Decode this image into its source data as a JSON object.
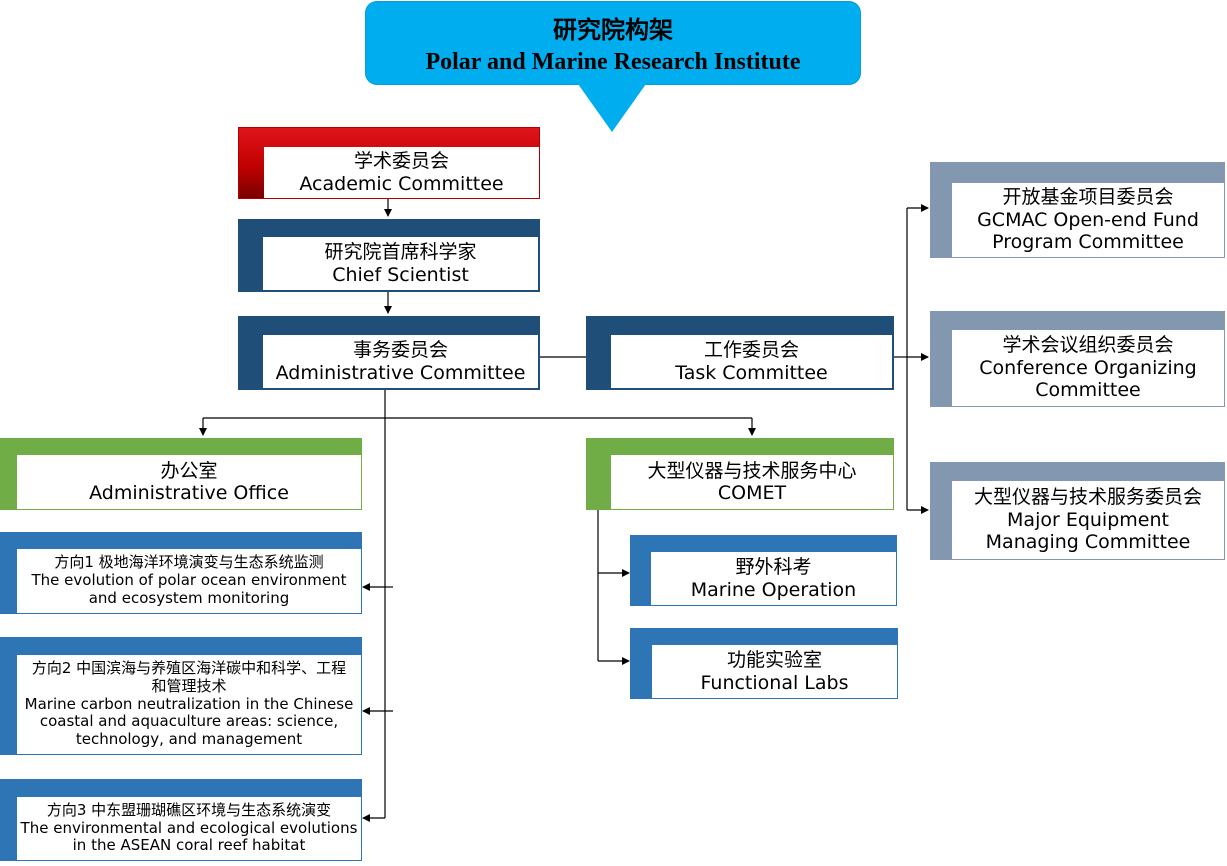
{
  "title": {
    "zh": "研究院构架",
    "en": "Polar and Marine Research Institute"
  },
  "boxes": {
    "academic": {
      "zh": "学术委员会",
      "en": "Academic Committee"
    },
    "chief": {
      "zh": "研究院首席科学家",
      "en": "Chief Scientist"
    },
    "admin_committee": {
      "zh": "事务委员会",
      "en": "Administrative Committee"
    },
    "task": {
      "zh": "工作委员会",
      "en": "Task Committee"
    },
    "office": {
      "zh": "办公室",
      "en": "Administrative Office"
    },
    "comet": {
      "zh": "大型仪器与技术服务中心",
      "en": "COMET"
    },
    "dir1": {
      "zh": "方向1 极地海洋环境演变与生态系统监测",
      "en1": "The evolution of polar ocean environment",
      "en2": "and ecosystem monitoring"
    },
    "dir2": {
      "zh1": "方向2 中国滨海与养殖区海洋碳中和科学、工程",
      "zh2": "和管理技术",
      "en1": "Marine carbon neutralization in the Chinese",
      "en2": "coastal and aquaculture areas: science,",
      "en3": "technology, and management"
    },
    "dir3": {
      "zh": "方向3 中东盟珊瑚礁区环境与生态系统演变",
      "en1": "The environmental and ecological evolutions",
      "en2": "in the ASEAN coral reef habitat"
    },
    "marine": {
      "zh": "野外科考",
      "en": "Marine Operation"
    },
    "labs": {
      "zh": "功能实验室",
      "en": "Functional Labs"
    },
    "fund": {
      "zh": "开放基金项目委员会",
      "en1": "GCMAC Open-end Fund",
      "en2": "Program Committee"
    },
    "conference": {
      "zh": "学术会议组织委员会",
      "en1": "Conference Organizing",
      "en2": "Committee"
    },
    "equipment": {
      "zh": "大型仪器与技术服务委员会",
      "en1": "Major Equipment",
      "en2": "Managing Committee"
    }
  },
  "colors": {
    "title_fill": "#00aeef",
    "academic": "#c00000",
    "navy": "#1f4e79",
    "green": "#70ad47",
    "blue": "#2e75b6",
    "grey": "#8497b0"
  }
}
